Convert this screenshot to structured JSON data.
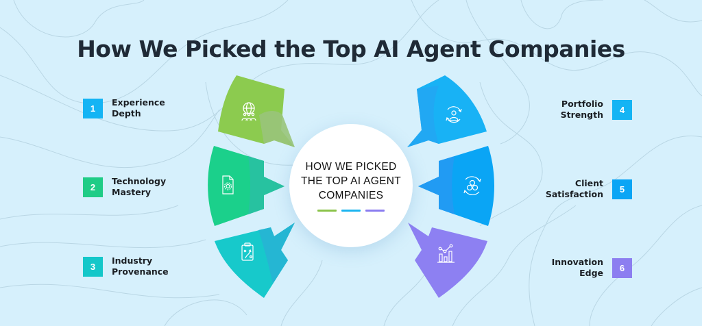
{
  "title": "How We Picked the Top AI Agent Companies",
  "center": {
    "lines": [
      "HOW WE PICKED",
      "THE TOP AI AGENT",
      "COMPANIES"
    ],
    "dash_colors": [
      "#8bc34a",
      "#1cb5f0",
      "#8a7cf0"
    ]
  },
  "criteria": [
    {
      "number": "1",
      "line1": "Experience",
      "line2": "Depth",
      "side": "left",
      "badge_color": "#14b4f4",
      "segment_color": "#8ccb4f",
      "segment_shade": "#99c47a",
      "icon": "global-team-icon"
    },
    {
      "number": "2",
      "line1": "Technology",
      "line2": "Mastery",
      "side": "left",
      "badge_color": "#1fcc86",
      "segment_color": "#1bd08b",
      "segment_shade": "#27c2a0",
      "icon": "document-gear-icon"
    },
    {
      "number": "3",
      "line1": "Industry",
      "line2": "Provenance",
      "side": "left",
      "badge_color": "#14c7c9",
      "segment_color": "#17c9cb",
      "segment_shade": "#25b6d3",
      "icon": "strategy-clipboard-icon"
    },
    {
      "number": "4",
      "line1": "Portfolio",
      "line2": "Strength",
      "side": "right",
      "badge_color": "#14b4f4",
      "segment_color": "#18b2f5",
      "segment_shade": "#24a5f2",
      "icon": "user-cycle-icon"
    },
    {
      "number": "5",
      "line1": "Client",
      "line2": "Satisfaction",
      "side": "right",
      "badge_color": "#0aa5f5",
      "segment_color": "#0aa5f5",
      "segment_shade": "#2798f2",
      "icon": "molecule-cycle-icon"
    },
    {
      "number": "6",
      "line1": "Innovation",
      "line2": "Edge",
      "side": "right",
      "badge_color": "#8c7ef0",
      "segment_color": "#8d80f2",
      "segment_shade": "#8f85ef",
      "icon": "growth-chart-icon"
    }
  ]
}
